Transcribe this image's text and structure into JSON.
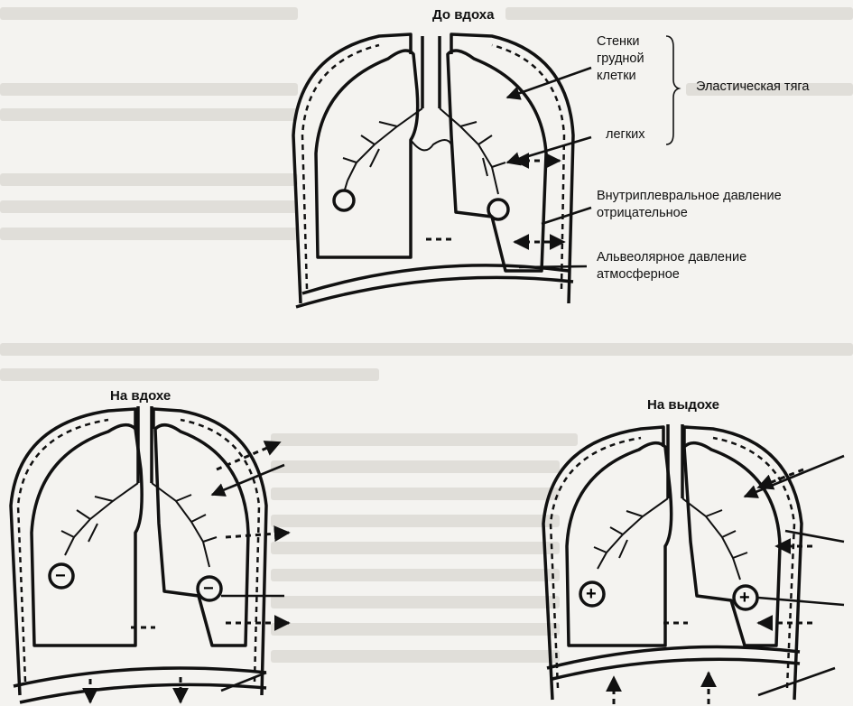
{
  "panels": {
    "top_title": "До вдоха",
    "left_title": "На вдохе",
    "right_title": "На выдохе"
  },
  "labels": {
    "chest_wall": "Стенки\nгрудной\nклетки",
    "elastic": "Эластическая тяга",
    "lungs": "легких",
    "intrapleural": "Внутриплевральное давление\nотрицательное",
    "alveolar": "Альвеолярное давление\nатмосферное"
  },
  "alveolus_signs": {
    "left_panel": "−",
    "right_panel": "+"
  }
}
